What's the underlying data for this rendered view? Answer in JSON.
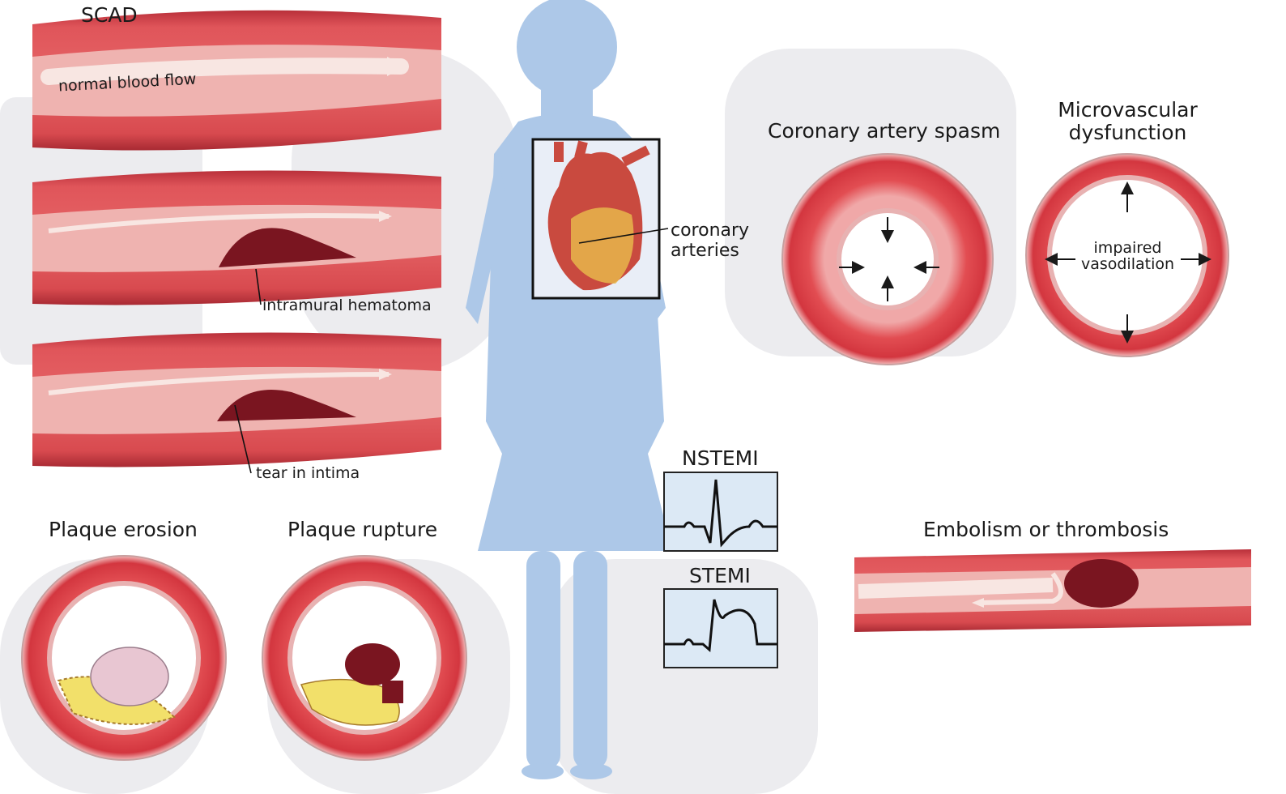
{
  "labels": {
    "scad": "SCAD",
    "normal_flow": "normal blood flow",
    "hematoma": "intramural hematoma",
    "tear": "tear in intima",
    "coronary_arteries_line1": "coronary",
    "coronary_arteries_line2": "arteries",
    "spasm": "Coronary artery spasm",
    "micro_line1": "Microvascular",
    "micro_line2": "dysfunction",
    "impaired_line1": "impaired",
    "impaired_line2": "vasodilation",
    "nstemi": "NSTEMI",
    "stemi": "STEMI",
    "erosion": "Plaque erosion",
    "rupture": "Plaque rupture",
    "embolism": "Embolism or thrombosis"
  },
  "colors": {
    "silhouette": "#adc8e8",
    "artery_red": "#d9444a",
    "artery_light": "#f0a3a3",
    "lumen": "#f7dcdc",
    "clot": "#7a1520",
    "plaque_yellow": "#f2e06a",
    "thrombus_pink": "#e8c6d2",
    "ecg_bg": "#dce9f5",
    "watermark": "#e9e9ec"
  },
  "icons": [
    "woman-silhouette-icon",
    "heart-icon",
    "arrow-icon"
  ]
}
